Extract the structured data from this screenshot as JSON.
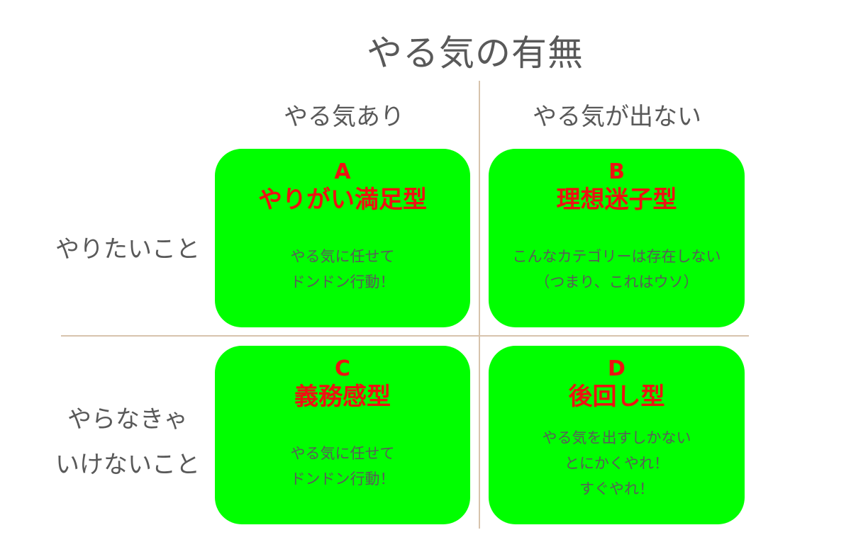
{
  "title": "やる気の有無",
  "columns": {
    "left": "やる気あり",
    "right": "やる気が出ない"
  },
  "rows": {
    "top": [
      "やりたいこと"
    ],
    "bottom": [
      "やらなきゃ",
      "いけないこと"
    ]
  },
  "quadrants": {
    "a": {
      "letter": "A",
      "name": "やりがい満足型",
      "desc": [
        "やる気に任せて",
        "ドンドン行動！"
      ]
    },
    "b": {
      "letter": "B",
      "name": "理想迷子型",
      "desc": [
        "こんなカテゴリーは存在しない",
        "（つまり、これはウソ）"
      ]
    },
    "c": {
      "letter": "C",
      "name": "義務感型",
      "desc": [
        "やる気に任せて",
        "ドンドン行動！"
      ]
    },
    "d": {
      "letter": "D",
      "name": "後回し型",
      "desc": [
        "やる気を出すしかない",
        "とにかくやれ！",
        "すぐやれ！"
      ]
    }
  },
  "colors": {
    "box_fill": "#00ff00",
    "type_text": "#ee1111",
    "label_text": "#595959",
    "divider": "#d7c3ad"
  }
}
